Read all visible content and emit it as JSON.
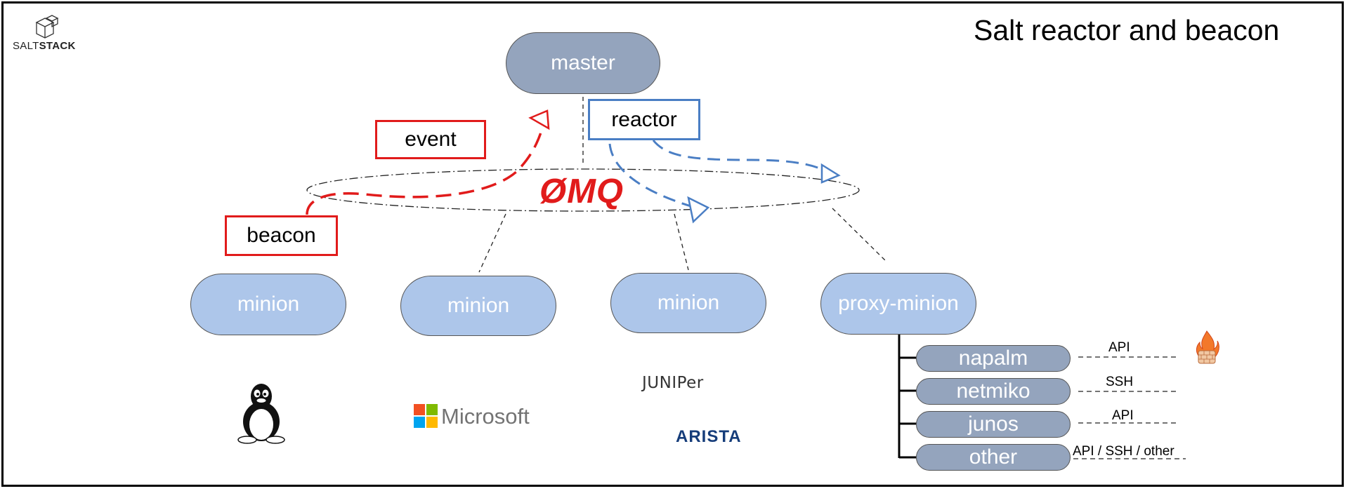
{
  "title": "Salt reactor and beacon",
  "logo": {
    "text_light": "SALT",
    "text_bold": "STACK",
    "icon": "saltstack-cube-icon"
  },
  "master": {
    "label": "master"
  },
  "event": {
    "label": "event"
  },
  "reactor": {
    "label": "reactor"
  },
  "beacon": {
    "label": "beacon"
  },
  "bus": {
    "label": "ØMQ"
  },
  "minions": [
    {
      "label": "minion"
    },
    {
      "label": "minion"
    },
    {
      "label": "minion"
    },
    {
      "label": "proxy-minion"
    }
  ],
  "proxy_types": [
    {
      "label": "napalm",
      "protocol": "API"
    },
    {
      "label": "netmiko",
      "protocol": "SSH"
    },
    {
      "label": "junos",
      "protocol": "API"
    },
    {
      "label": "other",
      "protocol": "API / SSH / other"
    }
  ],
  "vendor_logos": {
    "linux": "linux-tux-icon",
    "microsoft": "Microsoft",
    "juniper": "JUNIPer",
    "arista": "ARISTA",
    "firewall": "firewall-icon"
  },
  "colors": {
    "master_fill": "#94a4bd",
    "minion_fill": "#adc6ea",
    "proxy_type_fill": "#94a4bd",
    "beacon_red": "#e11b1b",
    "reactor_blue": "#4a7ec4",
    "bus_red": "#e11b1b"
  }
}
